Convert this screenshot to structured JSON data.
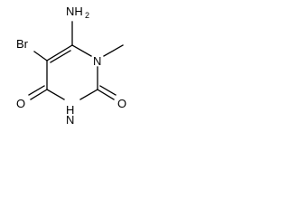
{
  "molecule": {
    "atoms": {
      "amino": "NH",
      "amino_subscript": "2",
      "bromo": "Br",
      "ring_n1": "N",
      "ring_n3_h": "H",
      "ring_n3": "N",
      "oxo4": "O",
      "oxo2": "O"
    },
    "colors": {
      "bond": "#000000",
      "atom": "#000000",
      "background": "#ffffff"
    }
  }
}
